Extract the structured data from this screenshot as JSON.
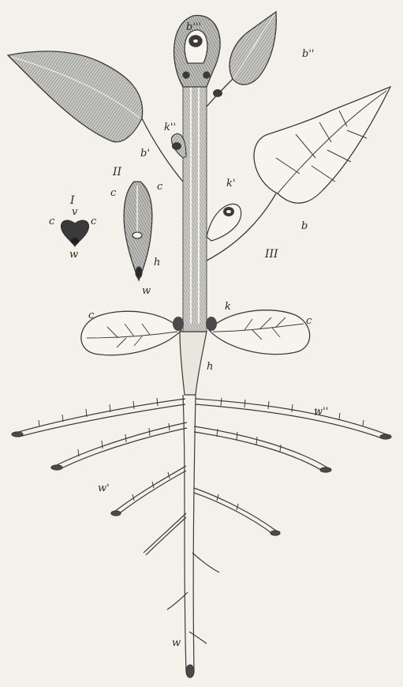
{
  "figure": {
    "colors": {
      "paper": "#f3f1e9",
      "ink": "#2a2a2a",
      "shade": "#9b9b9b",
      "dark": "#4a4a4a"
    },
    "labels": {
      "b_top": "b'''",
      "b_right": "b''",
      "b_left": "b'",
      "b_main": "b",
      "k_upper": "k''",
      "k_mid": "k'",
      "k_low": "k",
      "c_left": "c",
      "c_right": "c",
      "h_main": "h",
      "w_top": "w''",
      "w_mid": "w'",
      "w_bottom": "w",
      "iii": "III"
    },
    "fig_i": {
      "numeral": "I",
      "v": "v",
      "c_left": "c",
      "c_right": "c",
      "w": "w"
    },
    "fig_ii": {
      "numeral": "II",
      "c_left": "c",
      "c_right": "c",
      "h": "h",
      "w": "w"
    }
  }
}
